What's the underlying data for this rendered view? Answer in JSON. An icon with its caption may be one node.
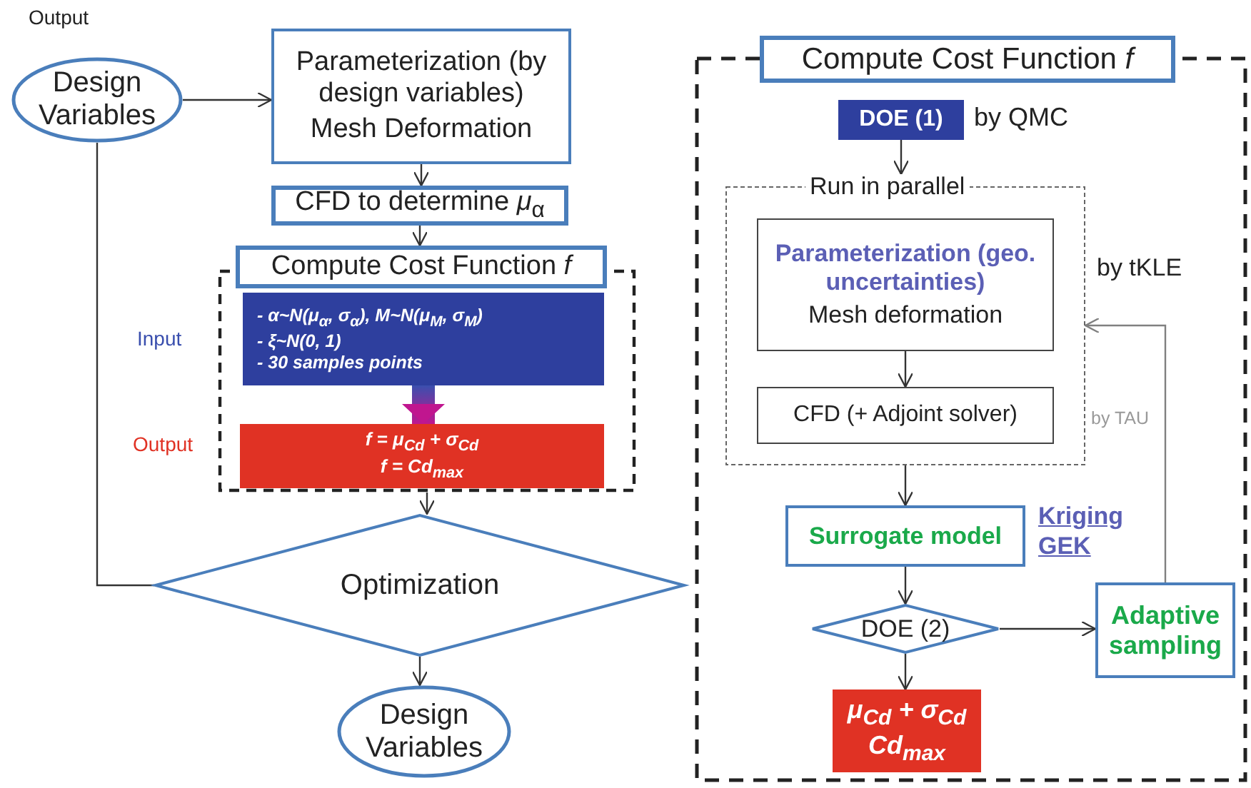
{
  "diagram": {
    "nodes": [
      {
        "text": [
          "Design Variables"
        ],
        "beside": [
          "Output"
        ]
      },
      {
        "text": [
          "Parameterization (by design variables)",
          "Mesh Deformation"
        ]
      },
      {
        "text": [
          "CFD to determine *μ*$_{α}$"
        ]
      },
      {
        "text": [
          "Compute Cost Function *f*"
        ]
      },
      {
        "text": [
          "- α~N(μ$_{α}$, σ$_{α}$), M~N(μ$_{M}$, σ$_{M}$)",
          "- ξ~N(0, 1)",
          "- 30 samples  points"
        ],
        "in": 3,
        "beside": [
          "Input"
        ]
      },
      {
        "text": [
          "f = μ$_{Cd}$ + σ$_{Cd}$",
          "f = Cd$_{max}$"
        ],
        "in": 3,
        "beside": [
          "Output"
        ]
      },
      {
        "text": [
          "Optimization"
        ]
      },
      {
        "text": [
          "Design Variables"
        ]
      },
      {
        "text": [
          "Compute Cost Function *f*"
        ]
      },
      {
        "text": [
          "DOE (1)"
        ],
        "in": 8,
        "beside": [
          "by QMC"
        ]
      },
      {
        "text": [
          "Run in parallel"
        ],
        "in": 8
      },
      {
        "text": [
          "Parameterization (geo. uncertainties)",
          "Mesh deformation"
        ],
        "in": 10
      },
      {
        "text": [
          "CFD (+ Adjoint solver)"
        ],
        "in": 10
      },
      {
        "text": [
          "Surrogate model"
        ],
        "in": 8,
        "beside": [
          "Kriging",
          "GEK"
        ]
      },
      {
        "text": [
          "DOE (2)"
        ],
        "in": 8
      },
      {
        "text": [
          "Adaptive sampling"
        ],
        "in": 8
      },
      {
        "text": [
          "μ$_{Cd}$ + σ$_{Cd}$",
          "Cd$_{max}$"
        ],
        "in": 8
      }
    ],
    "edges": [
      {
        "from": 0,
        "to": 1,
        "arrow": "to"
      },
      {
        "from": 1,
        "to": 2,
        "arrow": "to"
      },
      {
        "from": 2,
        "to": 3,
        "arrow": "to"
      },
      {
        "from": 4,
        "to": 5,
        "arrow": "to",
        "style": "thick",
        "color": "#c0168f"
      },
      {
        "from": 3,
        "to": 6,
        "arrow": "to"
      },
      {
        "from": 6,
        "to": 0,
        "arrow": "none"
      },
      {
        "from": 6,
        "to": 7,
        "arrow": "to"
      },
      {
        "from": 9,
        "to": 10,
        "arrow": "to"
      },
      {
        "from": 11,
        "to": 12,
        "arrow": "to"
      },
      {
        "from": 10,
        "to": 13,
        "arrow": "to"
      },
      {
        "from": 13,
        "to": 14,
        "arrow": "to"
      },
      {
        "from": 14,
        "to": 15,
        "arrow": "to"
      },
      {
        "from": 15,
        "to": 10,
        "arrow": "to",
        "color": "#808080"
      },
      {
        "from": 14,
        "to": 16,
        "arrow": "to"
      }
    ],
    "labels": [
      "by tKLE",
      "by TAU"
    ]
  }
}
